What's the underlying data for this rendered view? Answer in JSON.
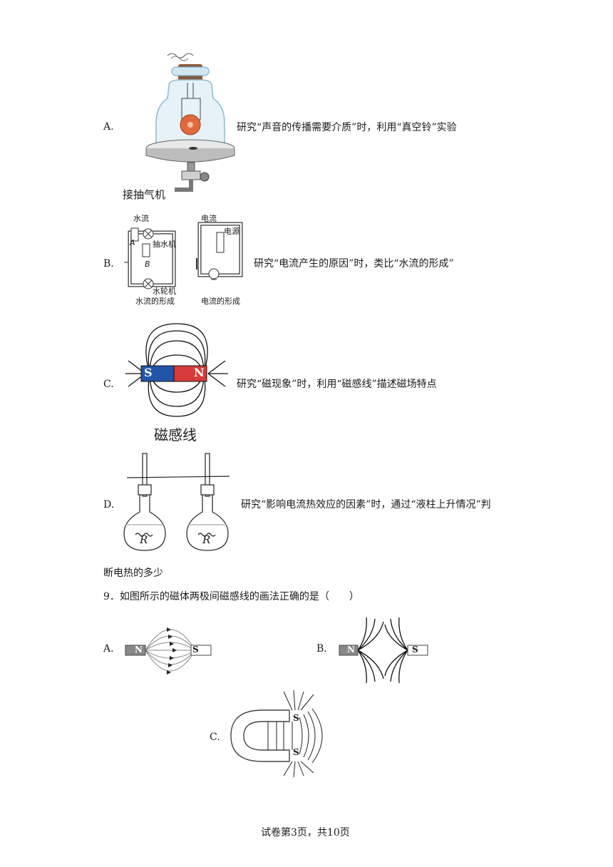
{
  "q8": {
    "a": {
      "label": "A.",
      "text": "研究“声音的传播需要介质”时，利用“真空铃”实验",
      "fig_caption": "接抽气机"
    },
    "b": {
      "label": "B.",
      "text": "研究“电流产生的原因”时，类比“水流的形成”",
      "fig": {
        "water_flow": "水流",
        "pump": "抽水机",
        "point_a": "A",
        "point_b": "B",
        "turbine": "水轮机",
        "water_caption": "水流的形成",
        "current": "电流",
        "power": "电源",
        "current_caption": "电流的形成"
      }
    },
    "c": {
      "label": "C.",
      "text": "研究“磁现象”时，利用“磁感线”描述磁场特点",
      "fig": {
        "s_pole": "S",
        "n_pole": "N",
        "caption": "磁感线"
      }
    },
    "d": {
      "label": "D.",
      "text": "研究“影响电流热效应的因素”时，通过“液柱上升情况”判",
      "fig": {
        "r1": "R",
        "r2": "R"
      }
    },
    "continuation": "断电热的多少"
  },
  "q9": {
    "stem": "9．如图所示的磁体两极间磁感线的画法正确的是（　　）",
    "options": [
      {
        "label": "A.",
        "left_pole": "N",
        "right_pole": "S"
      },
      {
        "label": "B.",
        "left_pole": "N",
        "right_pole": "S"
      },
      {
        "label": "C.",
        "top_pole": "S",
        "bottom_pole": "S"
      }
    ]
  },
  "footer": "试卷第3页，共10页"
}
